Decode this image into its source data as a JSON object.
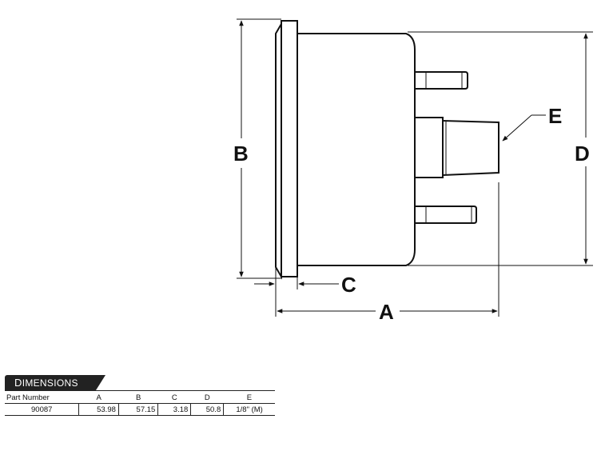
{
  "drawing": {
    "labels": {
      "A": "A",
      "B": "B",
      "C": "C",
      "D": "D",
      "E": "E"
    }
  },
  "dimensions": {
    "title_first": "D",
    "title_rest": "IMENSIONS",
    "headers": [
      "Part Number",
      "A",
      "B",
      "C",
      "D",
      "E"
    ],
    "rows": [
      [
        "90087",
        "53.98",
        "57.15",
        "3.18",
        "50.8",
        "1/8\" (M)"
      ]
    ]
  }
}
